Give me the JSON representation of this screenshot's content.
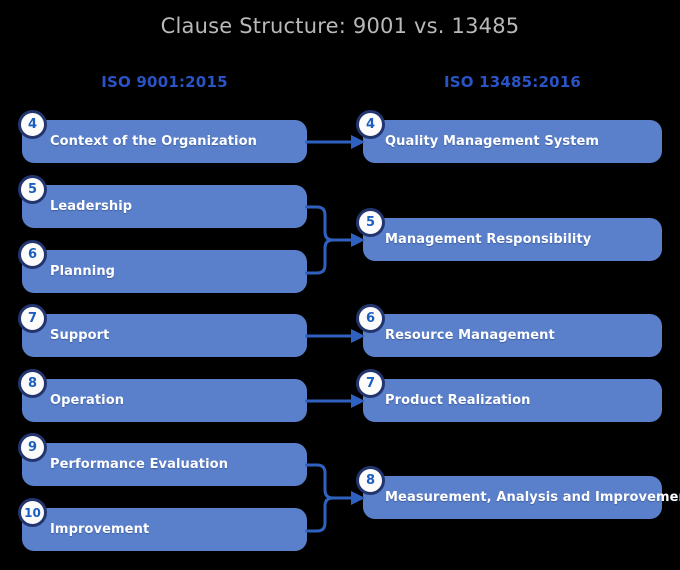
{
  "header": {
    "title": "Clause Structure: 9001 vs. 13485",
    "left_column_title": "ISO 9001:2015",
    "right_column_title": "ISO 13485:2016"
  },
  "colors": {
    "background": "#000000",
    "box_fill": "#5a80cc",
    "badge_border": "#23356e",
    "badge_text": "#1b5ec2",
    "connector": "#2f62c0",
    "column_header": "#2a54c6",
    "title_text": "#b9b9b9",
    "box_label": "#ffffff"
  },
  "left_column": {
    "standard": "ISO 9001:2015",
    "clauses": [
      {
        "number": "4",
        "label": "Context of the Organization"
      },
      {
        "number": "5",
        "label": "Leadership"
      },
      {
        "number": "6",
        "label": "Planning"
      },
      {
        "number": "7",
        "label": "Support"
      },
      {
        "number": "8",
        "label": "Operation"
      },
      {
        "number": "9",
        "label": "Performance Evaluation"
      },
      {
        "number": "10",
        "label": "Improvement"
      }
    ]
  },
  "right_column": {
    "standard": "ISO 13485:2016",
    "clauses": [
      {
        "number": "4",
        "label": "Quality Management System"
      },
      {
        "number": "5",
        "label": "Management Responsibility"
      },
      {
        "number": "6",
        "label": "Resource Management"
      },
      {
        "number": "7",
        "label": "Product Realization"
      },
      {
        "number": "8",
        "label": "Measurement, Analysis and Improvement"
      }
    ]
  },
  "mappings": [
    {
      "from": [
        "4"
      ],
      "to": "4",
      "type": "direct"
    },
    {
      "from": [
        "5",
        "6"
      ],
      "to": "5",
      "type": "merge"
    },
    {
      "from": [
        "7"
      ],
      "to": "6",
      "type": "direct"
    },
    {
      "from": [
        "8"
      ],
      "to": "7",
      "type": "direct"
    },
    {
      "from": [
        "9",
        "10"
      ],
      "to": "8",
      "type": "merge"
    }
  ]
}
